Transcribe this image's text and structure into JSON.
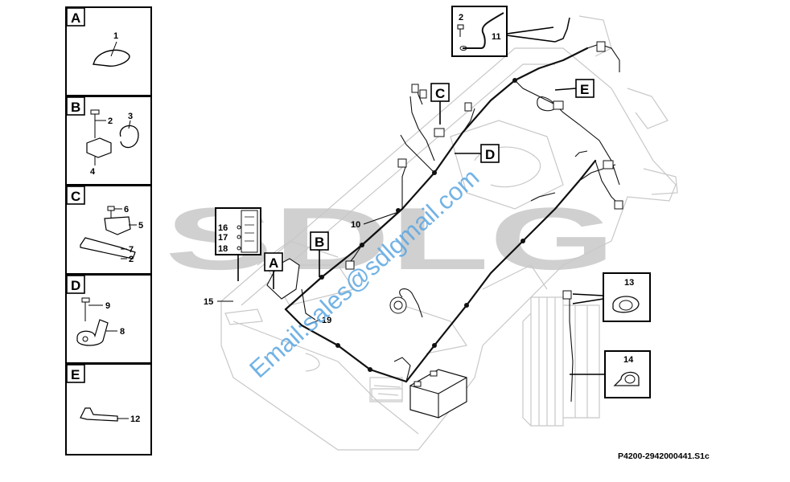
{
  "panels": [
    {
      "letter": "A",
      "parts": [
        "1"
      ]
    },
    {
      "letter": "B",
      "parts": [
        "2",
        "3",
        "4"
      ]
    },
    {
      "letter": "C",
      "parts": [
        "6",
        "5",
        "7",
        "2"
      ]
    },
    {
      "letter": "D",
      "parts": [
        "9",
        "8"
      ]
    },
    {
      "letter": "E",
      "parts": [
        "12"
      ]
    }
  ],
  "callouts": {
    "view_a": "A",
    "view_b": "B",
    "view_c": "C",
    "view_d": "D",
    "view_e": "E",
    "p10": "10",
    "p15": "15",
    "p19": "19",
    "p16": "16",
    "p17": "17",
    "p18": "18",
    "p2_inset": "2",
    "p11": "11",
    "p13": "13",
    "p14": "14"
  },
  "watermark": "SDLG",
  "email_watermark": "Email:sales@sdlgmail.com",
  "figure_ref": "P4200-2942000441.S1c"
}
